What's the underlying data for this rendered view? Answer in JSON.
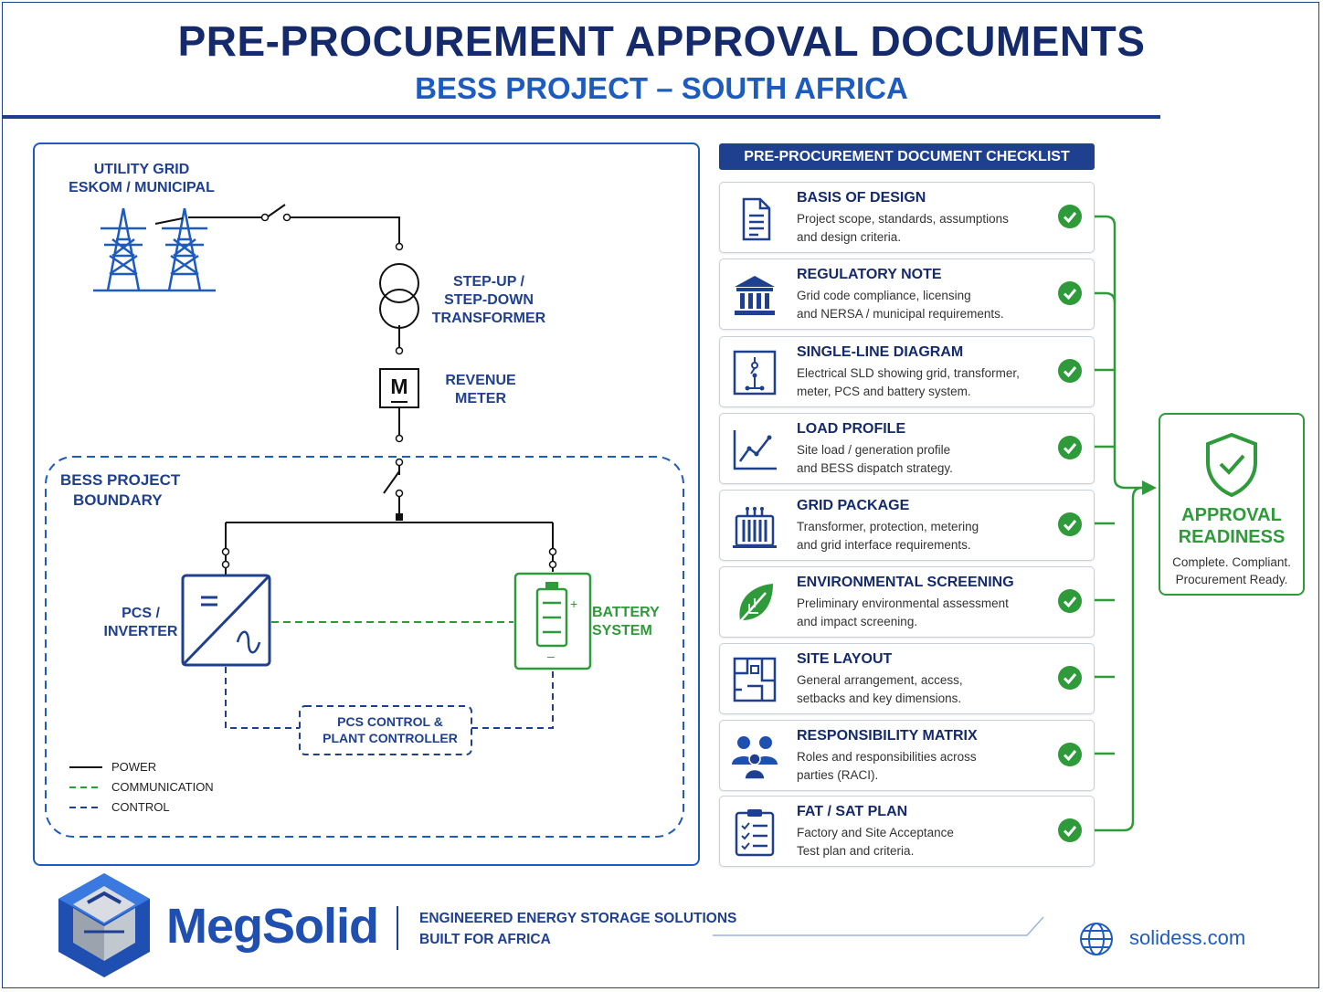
{
  "header": {
    "title": "PRE-PROCUREMENT APPROVAL DOCUMENTS",
    "subtitle": "BESS PROJECT – SOUTH AFRICA"
  },
  "diagram": {
    "utility_grid_line1": "UTILITY GRID",
    "utility_grid_line2": "ESKOM / MUNICIPAL",
    "transformer_line1": "STEP-UP /",
    "transformer_line2": "STEP-DOWN",
    "transformer_line3": "TRANSFORMER",
    "meter_symbol": "M",
    "meter_line1": "REVENUE",
    "meter_line2": "METER",
    "boundary_line1": "BESS PROJECT",
    "boundary_line2": "BOUNDARY",
    "pcs_line1": "PCS /",
    "pcs_line2": "INVERTER",
    "battery_line1": "BATTERY",
    "battery_line2": "SYSTEM",
    "controller_line1": "PCS CONTROL &",
    "controller_line2": "PLANT CONTROLLER",
    "legend": [
      {
        "label": "POWER",
        "color": "#111111",
        "style": "solid"
      },
      {
        "label": "COMMUNICATION",
        "color": "#2e9a3a",
        "style": "dashed"
      },
      {
        "label": "CONTROL",
        "color": "#1f3f8f",
        "style": "dashed"
      }
    ],
    "colors": {
      "blue": "#1e5bbf",
      "navy": "#1f3f8f",
      "green": "#2e9a3a"
    }
  },
  "checklist": {
    "heading": "PRE-PROCUREMENT DOCUMENT CHECKLIST",
    "items": [
      {
        "icon": "document-icon",
        "title": "BASIS OF DESIGN",
        "line1": "Project scope, standards, assumptions",
        "line2": "and design criteria."
      },
      {
        "icon": "government-building-icon",
        "title": "REGULATORY NOTE",
        "line1": "Grid code compliance, licensing",
        "line2": "and NERSA / municipal requirements."
      },
      {
        "icon": "single-line-diagram-icon",
        "title": "SINGLE-LINE DIAGRAM",
        "line1": "Electrical SLD showing grid, transformer,",
        "line2": "meter, PCS and battery system."
      },
      {
        "icon": "line-chart-icon",
        "title": "LOAD PROFILE",
        "line1": "Site load / generation profile",
        "line2": "and BESS dispatch strategy."
      },
      {
        "icon": "transformer-icon",
        "title": "GRID PACKAGE",
        "line1": "Transformer, protection, metering",
        "line2": "and grid interface requirements."
      },
      {
        "icon": "leaf-icon",
        "title": "ENVIRONMENTAL SCREENING",
        "line1": "Preliminary environmental assessment",
        "line2": "and impact screening."
      },
      {
        "icon": "site-layout-icon",
        "title": "SITE LAYOUT",
        "line1": "General arrangement, access,",
        "line2": "setbacks and key dimensions."
      },
      {
        "icon": "people-icon",
        "title": "RESPONSIBILITY MATRIX",
        "line1": "Roles and responsibilities across",
        "line2": "parties (RACI)."
      },
      {
        "icon": "clipboard-checklist-icon",
        "title": "FAT / SAT PLAN",
        "line1": "Factory and Site Acceptance",
        "line2": "Test plan and criteria."
      }
    ]
  },
  "approval": {
    "title_line1": "APPROVAL",
    "title_line2": "READINESS",
    "desc_line1": "Complete. Compliant.",
    "desc_line2": "Procurement Ready."
  },
  "footer": {
    "brand": "MegSolid",
    "tagline_line1": "ENGINEERED ENERGY STORAGE SOLUTIONS",
    "tagline_line2": "BUILT FOR AFRICA",
    "url": "solidess.com"
  }
}
